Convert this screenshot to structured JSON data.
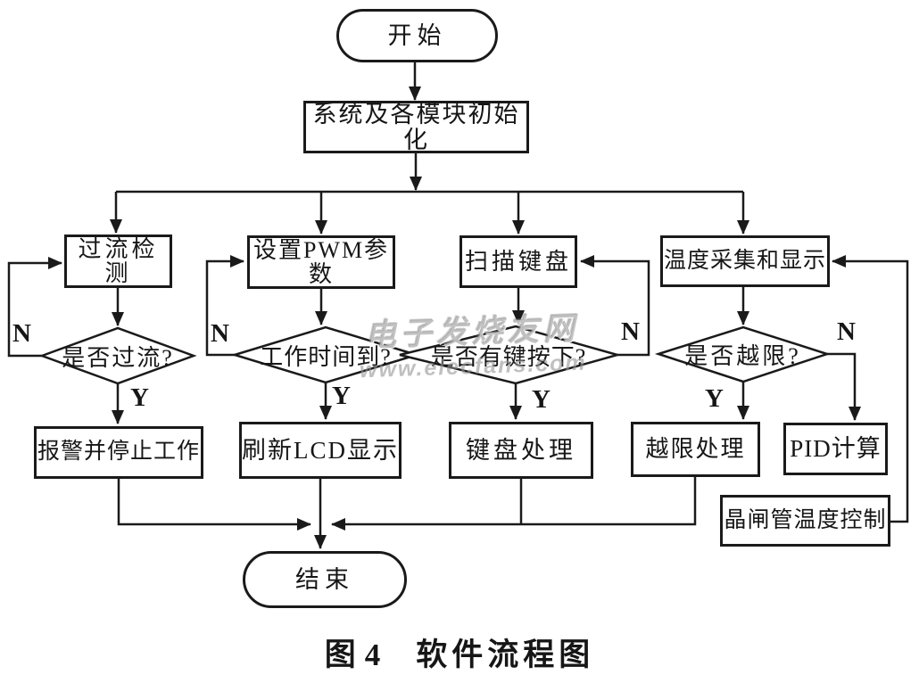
{
  "page": {
    "background": "#ffffff",
    "line_color": "#1a1a1a",
    "watermark_color": "#919191"
  },
  "nodes": {
    "start": "开始",
    "init": "系统及各模块初始化",
    "overcurrent_detect": "过流检测",
    "overcurrent_q": "是否过流?",
    "alarm_stop": "报警并停止工作",
    "set_pwm": "设置PWM参数",
    "worktime_q": "工作时间到?",
    "refresh_lcd": "刷新LCD显示",
    "scan_keyboard": "扫描键盘",
    "keypress_q": "是否有键按下?",
    "keyboard_process": "键盘处理",
    "temp_collect": "温度采集和显示",
    "limit_q": "是否越限?",
    "limit_process": "越限处理",
    "pid_calc": "PID计算",
    "thyristor_control": "晶闸管温度控制",
    "end": "结束"
  },
  "labels": {
    "yes": "Y",
    "no": "N"
  },
  "watermark": {
    "line1": "电子发烧友网",
    "line2": "www.elecfans.com"
  },
  "caption": {
    "figure_number": "图4",
    "title": "软件流程图"
  }
}
